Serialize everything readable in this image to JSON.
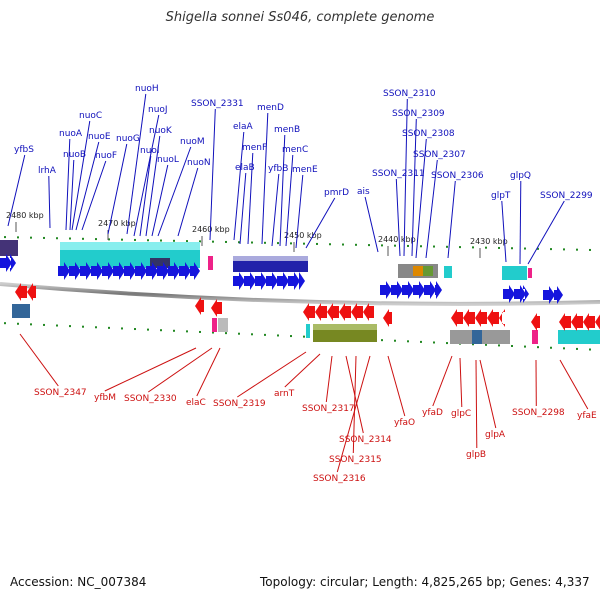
{
  "title": "Shigella sonnei Ss046, complete genome",
  "footer": {
    "accession": "Accession: NC_007384",
    "summary": "Topology: circular; Length: 4,825,265 bp; Genes: 4,337"
  },
  "colors": {
    "forward_label": "#1010bb",
    "reverse_label": "#cc1010",
    "forward_gene": "#1515dd",
    "reverse_gene": "#ee1111",
    "backbone": "#999999",
    "tick": "#228822"
  },
  "scale": [
    {
      "label": "2480 kbp"
    },
    {
      "label": "2470 kbp"
    },
    {
      "label": "2460 kbp"
    },
    {
      "label": "2450 kbp"
    },
    {
      "label": "2440 kbp"
    },
    {
      "label": "2430 kbp"
    }
  ],
  "forward_labels": [
    "yfbS",
    "lrhA",
    "nuoA",
    "nuoB",
    "nuoC",
    "nuoE",
    "nuoF",
    "nuoG",
    "nuoH",
    "nuoJ",
    "nuoI",
    "nuoK",
    "nuoL",
    "nuoM",
    "nuoN",
    "SSON_2331",
    "elaA",
    "elaB",
    "menF",
    "menD",
    "yfbB",
    "menB",
    "menC",
    "menE",
    "pmrD",
    "ais",
    "SSON_2311",
    "SSON_2310",
    "SSON_2309",
    "SSON_2308",
    "SSON_2307",
    "SSON_2306",
    "glpT",
    "glpQ",
    "SSON_2299"
  ],
  "reverse_labels": [
    "SSON_2347",
    "yfbM",
    "SSON_2330",
    "elaC",
    "SSON_2319",
    "arnT",
    "SSON_2317",
    "SSON_2314",
    "SSON_2315",
    "SSON_2316",
    "yfaO",
    "yfaD",
    "glpC",
    "glpB",
    "glpA",
    "SSON_2298",
    "yfaE"
  ]
}
